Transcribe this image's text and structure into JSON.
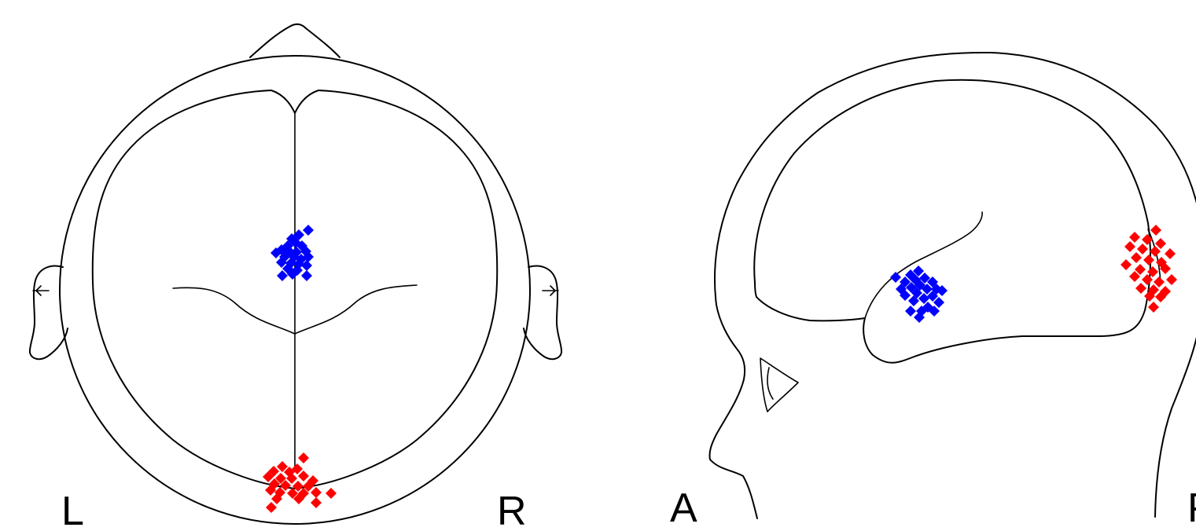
{
  "colors": {
    "blue_cluster": "#0000ff",
    "red_cluster": "#ff0000",
    "outline": "#000000",
    "background": "#ffffff"
  },
  "top_view": {
    "labels": {
      "left": "L",
      "right": "R"
    },
    "clusters": [
      {
        "color_key": "blue_cluster",
        "points": [
          [
            392,
            293
          ],
          [
            380,
            299
          ],
          [
            371,
            304
          ],
          [
            366,
            313
          ],
          [
            376,
            309
          ],
          [
            384,
            313
          ],
          [
            358,
            318
          ],
          [
            368,
            320
          ],
          [
            377,
            321
          ],
          [
            389,
            320
          ],
          [
            351,
            322
          ],
          [
            362,
            327
          ],
          [
            374,
            327
          ],
          [
            383,
            330
          ],
          [
            392,
            327
          ],
          [
            358,
            334
          ],
          [
            370,
            335
          ],
          [
            380,
            336
          ],
          [
            390,
            338
          ],
          [
            366,
            342
          ],
          [
            378,
            344
          ],
          [
            359,
            351
          ],
          [
            372,
            349
          ],
          [
            390,
            351
          ]
        ]
      },
      {
        "color_key": "red_cluster",
        "points": [
          [
            386,
            583
          ],
          [
            359,
            594
          ],
          [
            348,
            600
          ],
          [
            368,
            601
          ],
          [
            378,
            597
          ],
          [
            341,
            607
          ],
          [
            357,
            609
          ],
          [
            371,
            609
          ],
          [
            386,
            606
          ],
          [
            398,
            612
          ],
          [
            349,
            616
          ],
          [
            363,
            618
          ],
          [
            379,
            619
          ],
          [
            392,
            619
          ],
          [
            344,
            624
          ],
          [
            356,
            627
          ],
          [
            372,
            628
          ],
          [
            386,
            628
          ],
          [
            402,
            627
          ],
          [
            421,
            628
          ],
          [
            352,
            635
          ],
          [
            380,
            635
          ],
          [
            402,
            640
          ],
          [
            345,
            646
          ]
        ]
      }
    ]
  },
  "side_view": {
    "labels": {
      "anterior": "A",
      "posterior": "P"
    },
    "clusters": [
      {
        "color_key": "blue_cluster",
        "points": [
          [
            1168,
            345
          ],
          [
            1158,
            350
          ],
          [
            1139,
            353
          ],
          [
            1176,
            354
          ],
          [
            1164,
            356
          ],
          [
            1151,
            359
          ],
          [
            1186,
            359
          ],
          [
            1170,
            363
          ],
          [
            1159,
            366
          ],
          [
            1146,
            368
          ],
          [
            1179,
            368
          ],
          [
            1191,
            368
          ],
          [
            1166,
            373
          ],
          [
            1151,
            376
          ],
          [
            1186,
            377
          ],
          [
            1198,
            370
          ],
          [
            1175,
            380
          ],
          [
            1162,
            383
          ],
          [
            1194,
            385
          ],
          [
            1180,
            391
          ],
          [
            1172,
            396
          ],
          [
            1158,
            396
          ],
          [
            1188,
            396
          ],
          [
            1169,
            404
          ]
        ]
      },
      {
        "color_key": "red_cluster",
        "points": [
          [
            1470,
            293
          ],
          [
            1443,
            302
          ],
          [
            1459,
            305
          ],
          [
            1476,
            310
          ],
          [
            1437,
            314
          ],
          [
            1453,
            317
          ],
          [
            1469,
            320
          ],
          [
            1488,
            323
          ],
          [
            1445,
            328
          ],
          [
            1461,
            331
          ],
          [
            1477,
            334
          ],
          [
            1432,
            337
          ],
          [
            1450,
            343
          ],
          [
            1466,
            346
          ],
          [
            1482,
            342
          ],
          [
            1443,
            352
          ],
          [
            1459,
            356
          ],
          [
            1474,
            359
          ],
          [
            1490,
            356
          ],
          [
            1451,
            367
          ],
          [
            1467,
            369
          ],
          [
            1482,
            371
          ],
          [
            1462,
            377
          ],
          [
            1476,
            378
          ],
          [
            1467,
            391
          ]
        ]
      }
    ]
  }
}
